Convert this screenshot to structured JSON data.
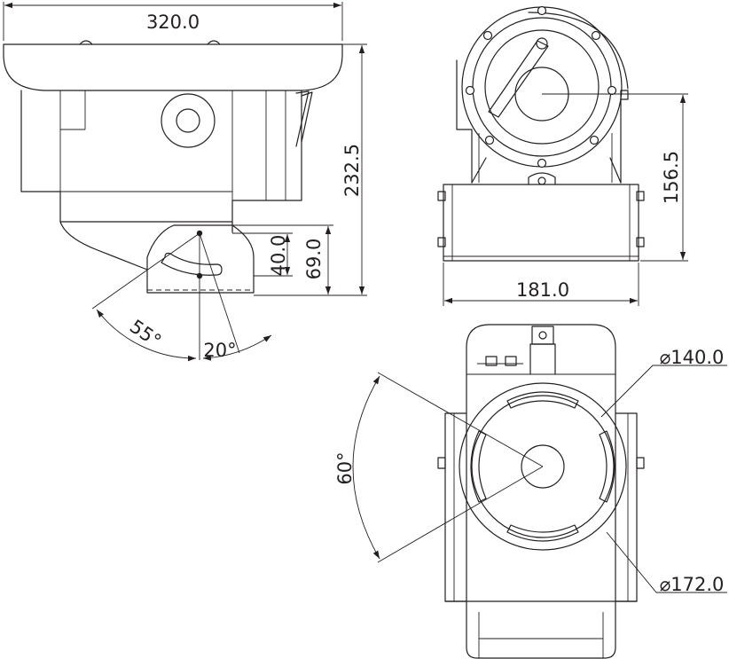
{
  "dimensions": {
    "top_width": "320.0",
    "total_height": "232.5",
    "bracket_pivot_height": "40.0",
    "bracket_height": "69.0",
    "tilt_up_angle": "55°",
    "tilt_down_angle": "20°",
    "front_height": "156.5",
    "front_width": "181.0",
    "window_diameter": "⌀140.0",
    "flange_diameter": "⌀172.0",
    "field_of_view_angle": "60°"
  }
}
